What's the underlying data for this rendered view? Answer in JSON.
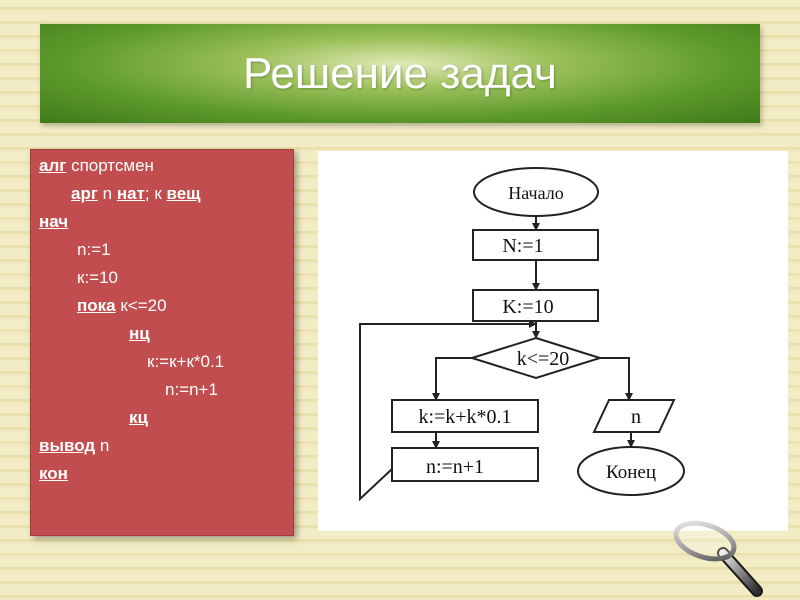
{
  "slide": {
    "title": "Решение задач"
  },
  "code": {
    "line1_kw": "алг",
    "line1_rest": " спортсмен",
    "line2_kw": "арг",
    "line2_mid": " n ",
    "line2_kw2": "нат",
    "line2_mid2": "; к ",
    "line2_kw3": "вещ",
    "line3_kw": "нач",
    "line4": "n:=1",
    "line5": "к:=10",
    "line6_kw": "пока",
    "line6_rest": " к<=20",
    "line7_kw": "нц",
    "line8": "к:=к+к*0.1",
    "line9": "n:=n+1",
    "line10_kw": "кц",
    "line11_kw": "вывод",
    "line11_rest": " n",
    "line12_kw": "кон"
  },
  "flowchart": {
    "start": "Начало",
    "n_init": "N:=1",
    "k_init": "K:=10",
    "condition": "k<=20",
    "k_update": "k:=k+k*0.1",
    "n_update": "n:=n+1",
    "output": "n",
    "end": "Конец"
  },
  "icons": {
    "decoration": "magnifier-icon"
  },
  "colors": {
    "title_bar": "#5d9a2c",
    "code_panel": "#c24d4f",
    "background": "#f2ebc0"
  }
}
